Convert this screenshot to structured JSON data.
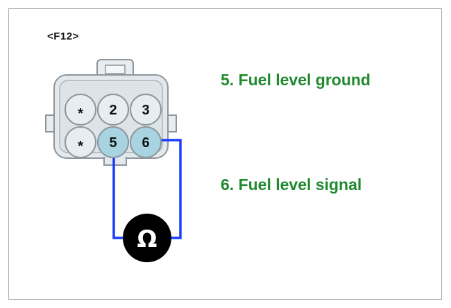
{
  "connector": {
    "id": "<F12>",
    "pins": [
      {
        "label": "*",
        "highlighted": false
      },
      {
        "label": "2",
        "highlighted": false
      },
      {
        "label": "3",
        "highlighted": false
      },
      {
        "label": "*",
        "highlighted": false
      },
      {
        "label": "5",
        "highlighted": true
      },
      {
        "label": "6",
        "highlighted": true
      }
    ]
  },
  "meter": {
    "symbol": "Ω",
    "icon": "ohmmeter-icon"
  },
  "legend": {
    "pin5": "5. Fuel level ground",
    "pin6": "6. Fuel level signal"
  },
  "colors": {
    "legend_text": "#1f8a2e",
    "wire": "#1a3cff",
    "pin_highlight": "#a8d3e0",
    "pin_normal": "#e6eef2",
    "meter_fill": "#000000"
  }
}
